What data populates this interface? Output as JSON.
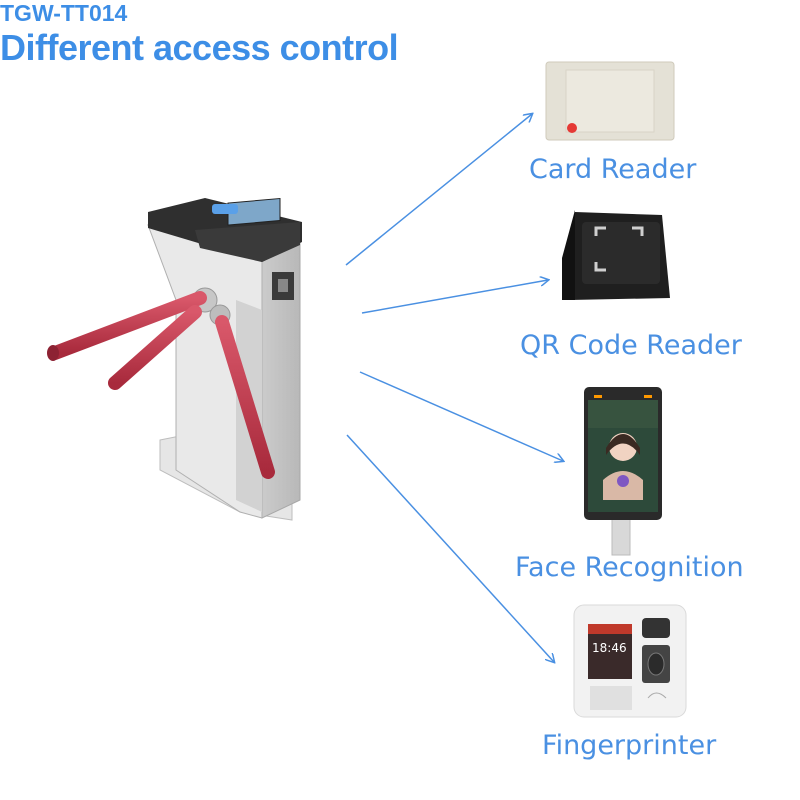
{
  "product": {
    "model": "TGW-TT014",
    "tagline": "Different access control"
  },
  "devices": [
    {
      "label": "Card Reader",
      "icon": "card-reader-icon"
    },
    {
      "label": "QR Code Reader",
      "icon": "qr-reader-icon"
    },
    {
      "label": "Face Recognition",
      "icon": "face-terminal-icon"
    },
    {
      "label": "Fingerprinter",
      "icon": "fingerprint-terminal-icon"
    }
  ],
  "face_terminal": {
    "time": ""
  },
  "fingerprint_terminal": {
    "time": "18:46"
  },
  "colors": {
    "accent": "#4a90e2",
    "arm": "#c23a4c",
    "body": "#d9d9d9"
  }
}
